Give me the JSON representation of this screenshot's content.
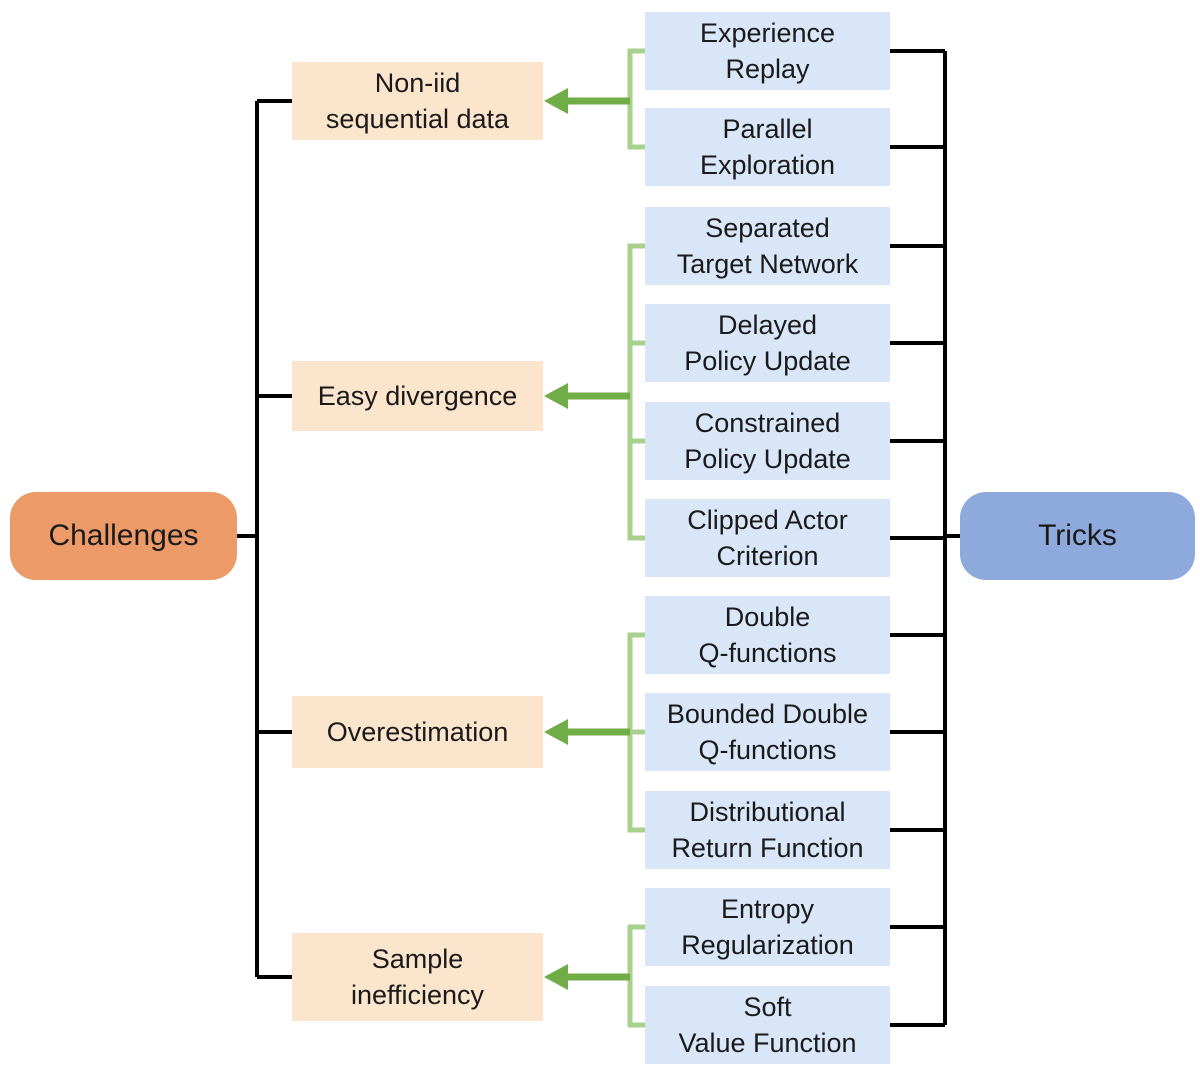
{
  "roots": {
    "challenges": "Challenges",
    "tricks": "Tricks"
  },
  "challenges": [
    {
      "label": "Non-iid\nsequential data"
    },
    {
      "label": "Easy divergence"
    },
    {
      "label": "Overestimation"
    },
    {
      "label": "Sample\ninefficiency"
    }
  ],
  "tricks": [
    {
      "label": "Experience\nReplay"
    },
    {
      "label": "Parallel\nExploration"
    },
    {
      "label": "Separated\nTarget Network"
    },
    {
      "label": "Delayed\nPolicy Update"
    },
    {
      "label": "Constrained\nPolicy Update"
    },
    {
      "label": "Clipped Actor\nCriterion"
    },
    {
      "label": "Double\nQ-functions"
    },
    {
      "label": "Bounded Double\nQ-functions"
    },
    {
      "label": "Distributional\nReturn Function"
    },
    {
      "label": "Entropy\nRegularization"
    },
    {
      "label": "Soft\nValue Function"
    }
  ],
  "groupings": [
    {
      "challenge": "Non-iid sequential data",
      "tricks": [
        "Experience Replay",
        "Parallel Exploration"
      ]
    },
    {
      "challenge": "Easy divergence",
      "tricks": [
        "Separated Target Network",
        "Delayed Policy Update",
        "Constrained Policy Update",
        "Clipped Actor Criterion"
      ]
    },
    {
      "challenge": "Overestimation",
      "tricks": [
        "Double Q-functions",
        "Bounded Double Q-functions",
        "Distributional Return Function"
      ]
    },
    {
      "challenge": "Sample inefficiency",
      "tricks": [
        "Entropy Regularization",
        "Soft Value Function"
      ]
    }
  ],
  "colors": {
    "challenges-root-fill": "#EC9A67",
    "tricks-root-fill": "#8EA9DB",
    "challenge-box-fill": "#FBE5CD",
    "trick-box-fill": "#D9E6F8",
    "connector-black": "#000000",
    "bracket-green": "#A9D18E",
    "arrow-green": "#70AD47",
    "text": "#1A1A1A"
  }
}
